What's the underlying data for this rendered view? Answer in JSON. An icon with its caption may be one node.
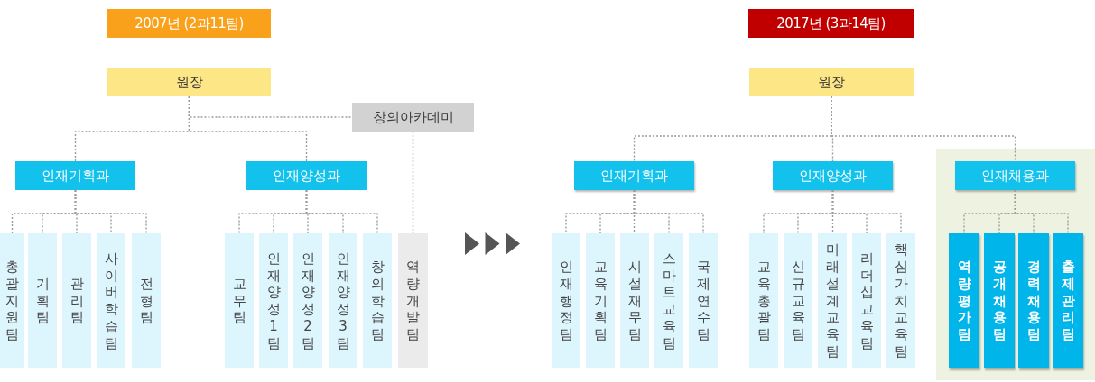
{
  "diagram": {
    "nodes": [
      {
        "text": [
          "2007년 (2과11팀)"
        ]
      },
      {
        "text": [
          "원장"
        ]
      },
      {
        "text": [
          "창의아카데미"
        ]
      },
      {
        "text": [
          "인재기획과"
        ]
      },
      {
        "text": [
          "인재양성과"
        ]
      },
      {
        "text": [
          "총괄지원팀"
        ]
      },
      {
        "text": [
          "기획팀"
        ]
      },
      {
        "text": [
          "관리팀"
        ]
      },
      {
        "text": [
          "사이버학습팀"
        ]
      },
      {
        "text": [
          "전형팀"
        ]
      },
      {
        "text": [
          "교무팀"
        ]
      },
      {
        "text": [
          "인재양성1팀"
        ]
      },
      {
        "text": [
          "인재양성2팀"
        ]
      },
      {
        "text": [
          "인재양성3팀"
        ]
      },
      {
        "text": [
          "창의학습팀"
        ]
      },
      {
        "text": [
          "역량개발팀"
        ]
      },
      {
        "text": [
          "2017년 (3과14팀)"
        ]
      },
      {
        "text": [
          "원장"
        ]
      },
      {
        "text": [
          "인재기획과"
        ]
      },
      {
        "text": [
          "인재양성과"
        ]
      },
      {
        "text": [],
        "shape": "box"
      },
      {
        "text": [
          "인재채용과"
        ],
        "in": 20
      },
      {
        "text": [
          "인재행정팀"
        ]
      },
      {
        "text": [
          "교육기획팀"
        ]
      },
      {
        "text": [
          "시설재무팀"
        ]
      },
      {
        "text": [
          "스마트교육팀"
        ]
      },
      {
        "text": [
          "국제연수팀"
        ]
      },
      {
        "text": [
          "교육총괄팀"
        ]
      },
      {
        "text": [
          "신규교육팀"
        ]
      },
      {
        "text": [
          "미래설계교육팀"
        ]
      },
      {
        "text": [
          "리더십교육팀"
        ]
      },
      {
        "text": [
          "핵심가치교육팀"
        ]
      },
      {
        "text": [
          "역량평가팀"
        ],
        "in": 20
      },
      {
        "text": [
          "공개채용팀"
        ],
        "in": 20
      },
      {
        "text": [
          "경력채용팀"
        ],
        "in": 20
      },
      {
        "text": [
          "출제관리팀"
        ],
        "in": 20
      }
    ],
    "edges": [
      {
        "from": 1,
        "to": 3,
        "arrow": "none",
        "style": "dashed"
      },
      {
        "from": 1,
        "to": 4,
        "arrow": "none",
        "style": "dashed"
      },
      {
        "from": 1,
        "to": 2,
        "arrow": "none",
        "style": "dashed"
      },
      {
        "from": 3,
        "to": 5,
        "arrow": "none",
        "style": "dashed"
      },
      {
        "from": 3,
        "to": 6,
        "arrow": "none",
        "style": "dashed"
      },
      {
        "from": 3,
        "to": 7,
        "arrow": "none",
        "style": "dashed"
      },
      {
        "from": 3,
        "to": 8,
        "arrow": "none",
        "style": "dashed"
      },
      {
        "from": 3,
        "to": 9,
        "arrow": "none",
        "style": "dashed"
      },
      {
        "from": 4,
        "to": 10,
        "arrow": "none",
        "style": "dashed"
      },
      {
        "from": 4,
        "to": 11,
        "arrow": "none",
        "style": "dashed"
      },
      {
        "from": 4,
        "to": 12,
        "arrow": "none",
        "style": "dashed"
      },
      {
        "from": 4,
        "to": 13,
        "arrow": "none",
        "style": "dashed"
      },
      {
        "from": 4,
        "to": 14,
        "arrow": "none",
        "style": "dashed"
      },
      {
        "from": 2,
        "to": 15,
        "arrow": "none",
        "style": "dashed"
      },
      {
        "from": 17,
        "to": 18,
        "arrow": "none",
        "style": "dashed"
      },
      {
        "from": 17,
        "to": 19,
        "arrow": "none",
        "style": "dashed"
      },
      {
        "from": 17,
        "to": 21,
        "arrow": "none",
        "style": "dashed"
      },
      {
        "from": 18,
        "to": 22,
        "arrow": "none",
        "style": "dashed"
      },
      {
        "from": 18,
        "to": 23,
        "arrow": "none",
        "style": "dashed"
      },
      {
        "from": 18,
        "to": 24,
        "arrow": "none",
        "style": "dashed"
      },
      {
        "from": 18,
        "to": 25,
        "arrow": "none",
        "style": "dashed"
      },
      {
        "from": 18,
        "to": 26,
        "arrow": "none",
        "style": "dashed"
      },
      {
        "from": 19,
        "to": 27,
        "arrow": "none",
        "style": "dashed"
      },
      {
        "from": 19,
        "to": 28,
        "arrow": "none",
        "style": "dashed"
      },
      {
        "from": 19,
        "to": 29,
        "arrow": "none",
        "style": "dashed"
      },
      {
        "from": 19,
        "to": 30,
        "arrow": "none",
        "style": "dashed"
      },
      {
        "from": 19,
        "to": 31,
        "arrow": "none",
        "style": "dashed"
      },
      {
        "from": 21,
        "to": 32,
        "arrow": "none",
        "style": "dashed"
      },
      {
        "from": 21,
        "to": 33,
        "arrow": "none",
        "style": "dashed"
      },
      {
        "from": 21,
        "to": 34,
        "arrow": "none",
        "style": "dashed"
      },
      {
        "from": 21,
        "to": 35,
        "arrow": "none",
        "style": "dashed"
      }
    ]
  }
}
